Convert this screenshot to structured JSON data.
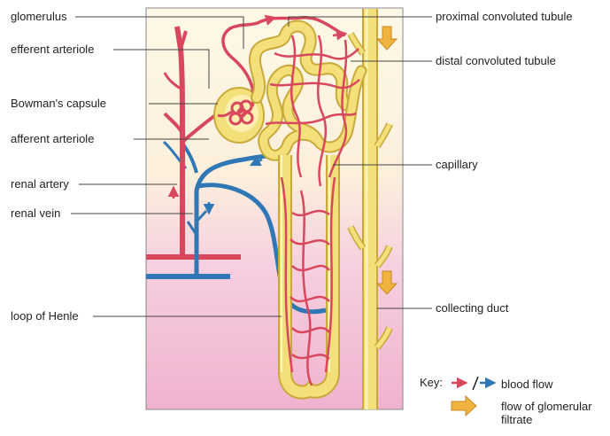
{
  "labels_left": {
    "glomerulus": "glomerulus",
    "efferent_arteriole": "efferent arteriole",
    "bowmans_capsule": "Bowman's capsule",
    "afferent_arteriole": "afferent arteriole",
    "renal_artery": "renal artery",
    "renal_vein": "renal vein",
    "loop_of_henle": "loop of Henle"
  },
  "labels_right": {
    "proximal_convoluted_tubule": "proximal convoluted tubule",
    "distal_convoluted_tubule": "distal convoluted tubule",
    "capillary": "capillary",
    "collecting_duct": "collecting duct"
  },
  "key": {
    "title": "Key:",
    "blood_flow": "blood flow",
    "filtrate_flow_line1": "flow of glomerular",
    "filtrate_flow_line2": "filtrate"
  },
  "colors": {
    "artery_red": "#d9475e",
    "vein_blue": "#2f78b5",
    "tubule_yellow": "#f4e07a",
    "tubule_outline": "#c9a93a",
    "filtrate_arrow": "#f1b340",
    "background_top": "#fdf7df",
    "background_bottom": "#f2b8d2"
  }
}
